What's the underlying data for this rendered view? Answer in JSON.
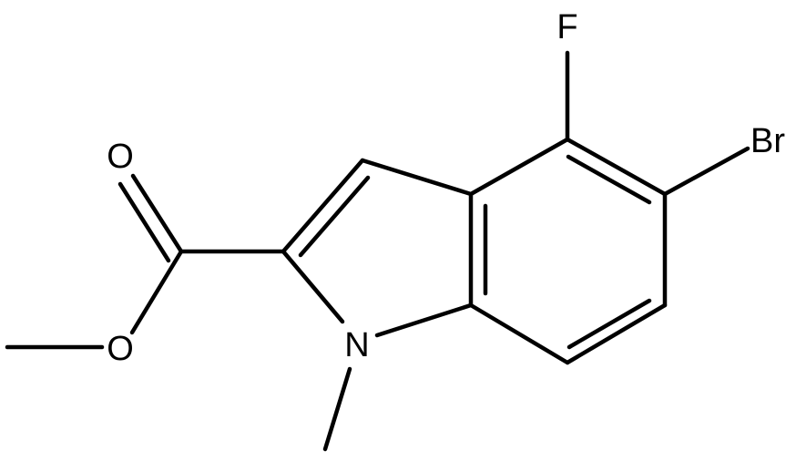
{
  "molecule": {
    "atoms": {
      "F": "F",
      "Br": "Br",
      "O_carbonyl": "O",
      "O_ester": "O",
      "N": "N"
    }
  },
  "colors": {
    "ink": "#000000",
    "background": "#ffffff"
  }
}
